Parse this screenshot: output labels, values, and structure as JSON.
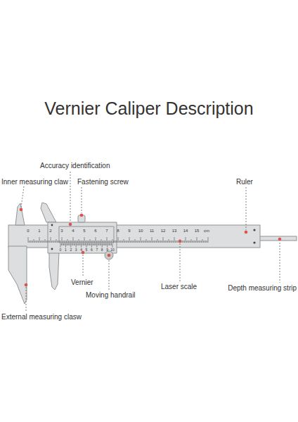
{
  "diagram": {
    "title": "Vernier Caliper Description",
    "labels": [
      "Inner measuring claw",
      "Accuracy identification",
      "Fastening screw",
      "Ruler",
      "Vernier",
      "Moving handrail",
      "Laser scale",
      "Depth measuring strip",
      "External measuring clasw",
      "0",
      "1",
      "2",
      "3",
      "4",
      "5",
      "6",
      "7",
      "8",
      "9",
      "10",
      "11",
      "12",
      "13",
      "14",
      "15",
      "cm",
      "0",
      "1",
      "2",
      "3",
      "4",
      "5",
      "6",
      "7",
      "8",
      "9",
      "10"
    ]
  }
}
